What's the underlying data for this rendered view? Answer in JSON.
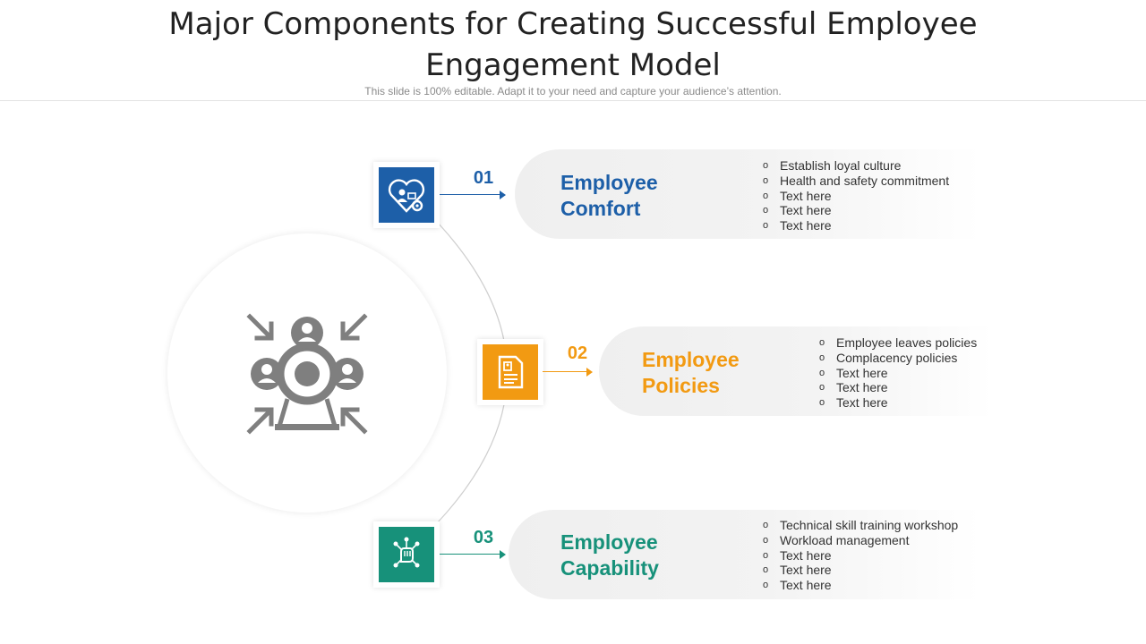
{
  "slide": {
    "title_line1": "Major Components for Creating Successful Employee",
    "title_line2": "Engagement Model",
    "subtitle": "This slide is 100% editable. Adapt it to your need and capture your audience’s attention."
  },
  "center": {
    "icon": "people-converging-icon",
    "color": "#7f7f7f"
  },
  "components": [
    {
      "number": "01",
      "title_line1": "Employee",
      "title_line2": "Comfort",
      "color": "#1d5fa8",
      "icon": "employee-heart-gear-icon",
      "bullets": [
        "Establish loyal culture",
        "Health and safety  commitment",
        "Text here",
        "Text here",
        "Text here"
      ]
    },
    {
      "number": "02",
      "title_line1": "Employee",
      "title_line2": "Policies",
      "color": "#f29a12",
      "icon": "policy-document-icon",
      "bullets": [
        "Employee leaves policies",
        "Complacency policies",
        "Text here",
        "Text here",
        "Text here"
      ]
    },
    {
      "number": "03",
      "title_line1": "Employee",
      "title_line2": "Capability",
      "color": "#17917a",
      "icon": "hand-network-icon",
      "bullets": [
        "Technical skill training workshop",
        "Workload management",
        "Text here",
        "Text here",
        "Text here"
      ]
    }
  ]
}
